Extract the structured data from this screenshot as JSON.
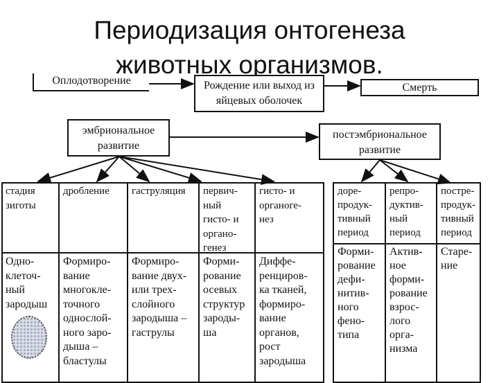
{
  "title": {
    "line1": "Периодизация онтогенеза",
    "line2": "животных организмов."
  },
  "top": {
    "fertilization": "Оплодотворение",
    "birth": "Рождение или выход из яйцевых оболочек",
    "death": "Смерть"
  },
  "branches": {
    "embryonic": "эмбриональное развитие",
    "postembryonic": "постэмбриональное развитие"
  },
  "embryonic_table": {
    "headers": [
      "стадия\nзиготы",
      "дробление",
      "гаструляция",
      "первич-\nный\nгисто- и\nоргано-\nгенез",
      "гисто- и\nорганоге-\nнез"
    ],
    "descriptions": [
      "Одно-\nклеточ-\nный\nзародыш",
      "Формиро-\nвание\nмногокле-\nточного\nоднослой-\nного заро-\nдыша –\nбластулы",
      "Формиро-\nвание двух-\nили трех-\nслойного\nзародыша –\nгаструлы",
      "Форми-\nрование\nосевых\nструктур\nзароды-\nша",
      "Диффе-\nренциров-\nка тканей,\nформиро-\nвание\nорганов,\nрост\nзародыша"
    ]
  },
  "postembryonic_table": {
    "headers": [
      "доре-\nпродук-\nтивный\nпериод",
      "репро-\nдуктив-\nный\nпериод",
      "постре-\nпродук-\nтивный\nпериод"
    ],
    "descriptions": [
      "Форми-\nрование\nдефи-\nнитив-\nного\nфено-\nтипа",
      "Актив-\nное\nформи-\nрование\nвзрос-\nлого\nорга-\nнизма",
      "Старе-\nние"
    ]
  }
}
